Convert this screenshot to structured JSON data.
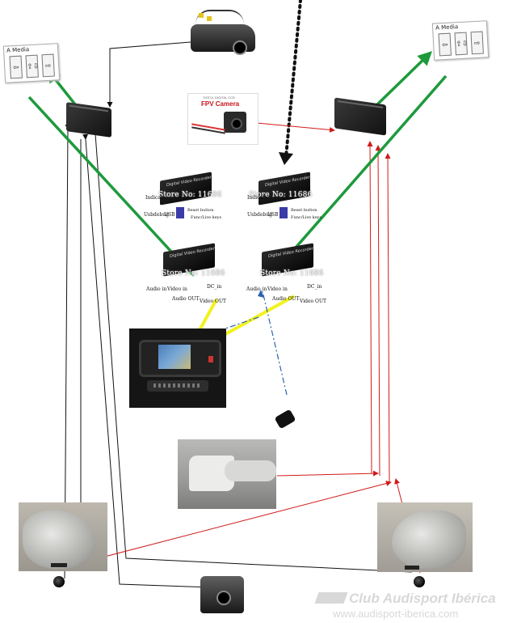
{
  "switches": {
    "left": {
      "label": "A Media",
      "buttons": [
        "⇦",
        "⇧⇩",
        "⇨"
      ]
    },
    "right": {
      "label": "A Media",
      "buttons": [
        "⇦",
        "⇧⇩",
        "⇨"
      ]
    }
  },
  "fpv_camera": {
    "header": "700TVL DIGITAL CCD",
    "title": "FPV Camera"
  },
  "recorders": {
    "top_left": {
      "model": "Digital Video Recorder",
      "store": "Store No: 11686",
      "labels": [
        "Indicate",
        "Usbdebug",
        "USB",
        "Reset button",
        "Func/Live keys"
      ]
    },
    "top_right": {
      "model": "Digital Video Recorder",
      "store": "Store No: 11686",
      "labels": [
        "Indicate",
        "Usbdebug",
        "USB",
        "Reset button",
        "Func/Live keys"
      ]
    },
    "bottom_left": {
      "model": "Digital Video Recorder",
      "store": "Store No: 11686",
      "labels": [
        "Audio in",
        "Video in",
        "DC_in",
        "Audio OUT",
        "Video OUT"
      ]
    },
    "bottom_right": {
      "model": "Digital Video Recorder",
      "store": "Store No: 11686",
      "labels": [
        "Audio in",
        "Video in",
        "DC_in",
        "Audio OUT",
        "Video OUT"
      ]
    }
  },
  "watermark": {
    "brand": "Club Audisport Ibérica",
    "url": "www.audisport-iberica.com"
  },
  "colors": {
    "green": "#1d9a3c",
    "red": "#d11a1a",
    "yellow": "#f2f21e",
    "blue": "#2a64b0",
    "black": "#111111"
  }
}
